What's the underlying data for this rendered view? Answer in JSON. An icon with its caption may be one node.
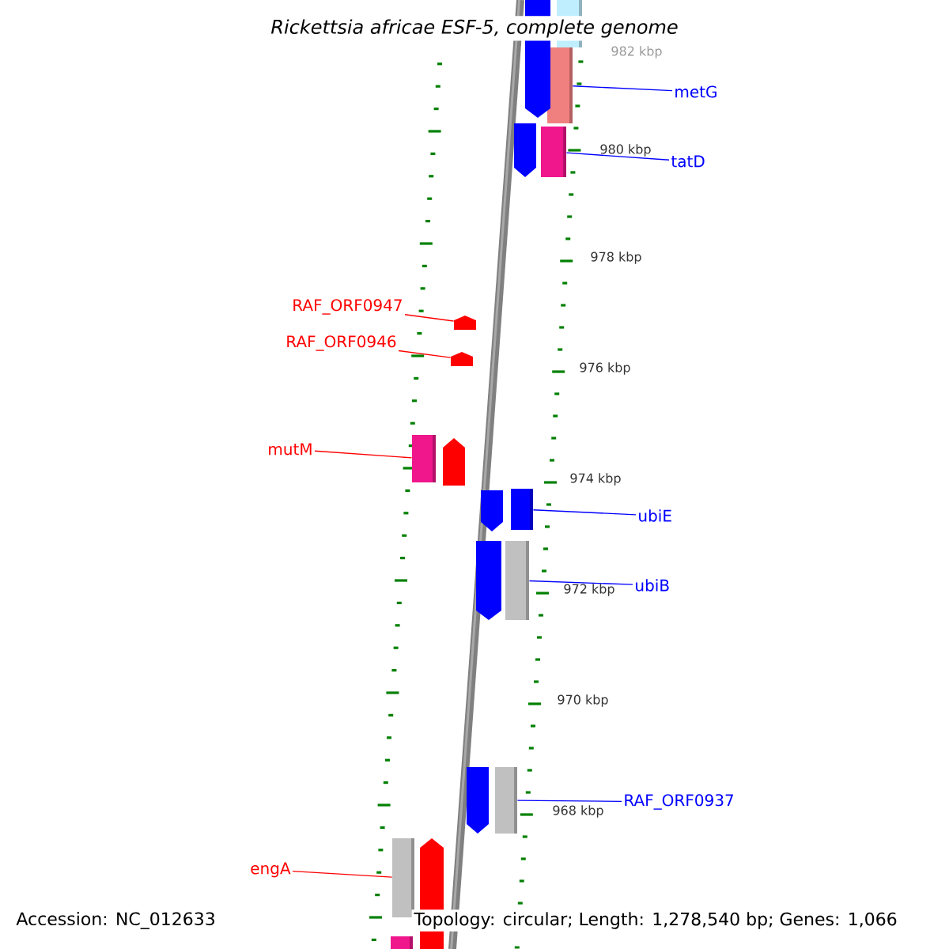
{
  "diagram": {
    "title": "Rickettsia africae ESF-5, complete genome",
    "nodes": [
      {
        "text": [
          "metG"
        ]
      },
      {
        "text": [],
        "shape": "box"
      },
      {
        "text": [
          "tatD"
        ]
      },
      {
        "text": [],
        "shape": "box"
      },
      {
        "text": [
          "RAF_ORF0947"
        ]
      },
      {
        "text": [],
        "shape": "arrow"
      },
      {
        "text": [
          "RAF_ORF0946"
        ]
      },
      {
        "text": [],
        "shape": "arrow"
      },
      {
        "text": [
          "mutM"
        ]
      },
      {
        "text": [],
        "shape": "box"
      },
      {
        "text": [
          "ubiE"
        ]
      },
      {
        "text": [],
        "shape": "box"
      },
      {
        "text": [
          "ubiB"
        ]
      },
      {
        "text": [],
        "shape": "box"
      },
      {
        "text": [
          "RAF_ORF0937"
        ]
      },
      {
        "text": [],
        "shape": "box"
      },
      {
        "text": [
          "engA"
        ]
      },
      {
        "text": [],
        "shape": "box"
      },
      {
        "text": [],
        "shape": "box"
      },
      {
        "text": [],
        "shape": "arrow"
      },
      {
        "text": [],
        "shape": "arrow"
      },
      {
        "text": [],
        "shape": "arrow"
      },
      {
        "text": [],
        "shape": "arrow"
      },
      {
        "text": [],
        "shape": "arrow"
      },
      {
        "text": [],
        "shape": "arrow"
      },
      {
        "text": [],
        "shape": "arrow"
      },
      {
        "text": [],
        "shape": "box"
      }
    ],
    "edges": [
      {
        "from": 0,
        "to": 1,
        "arrow": "none"
      },
      {
        "from": 2,
        "to": 3,
        "arrow": "none"
      },
      {
        "from": 4,
        "to": 5,
        "arrow": "none",
        "color": "#ff0000"
      },
      {
        "from": 6,
        "to": 7,
        "arrow": "none",
        "color": "#ff0000"
      },
      {
        "from": 8,
        "to": 9,
        "arrow": "none",
        "color": "#ff0000"
      },
      {
        "from": 10,
        "to": 11,
        "arrow": "none"
      },
      {
        "from": 12,
        "to": 13,
        "arrow": "none"
      },
      {
        "from": 14,
        "to": 15,
        "arrow": "none"
      },
      {
        "from": 16,
        "to": 17,
        "arrow": "none",
        "color": "#ff0000"
      }
    ],
    "labels": [
      "982 kbp",
      "980 kbp",
      "978 kbp",
      "976 kbp",
      "974 kbp",
      "972 kbp",
      "970 kbp",
      "968 kbp",
      "Accession: NC_012633",
      "Topology: circular; Length: 1,278,540 bp; Genes: 1,066"
    ]
  }
}
